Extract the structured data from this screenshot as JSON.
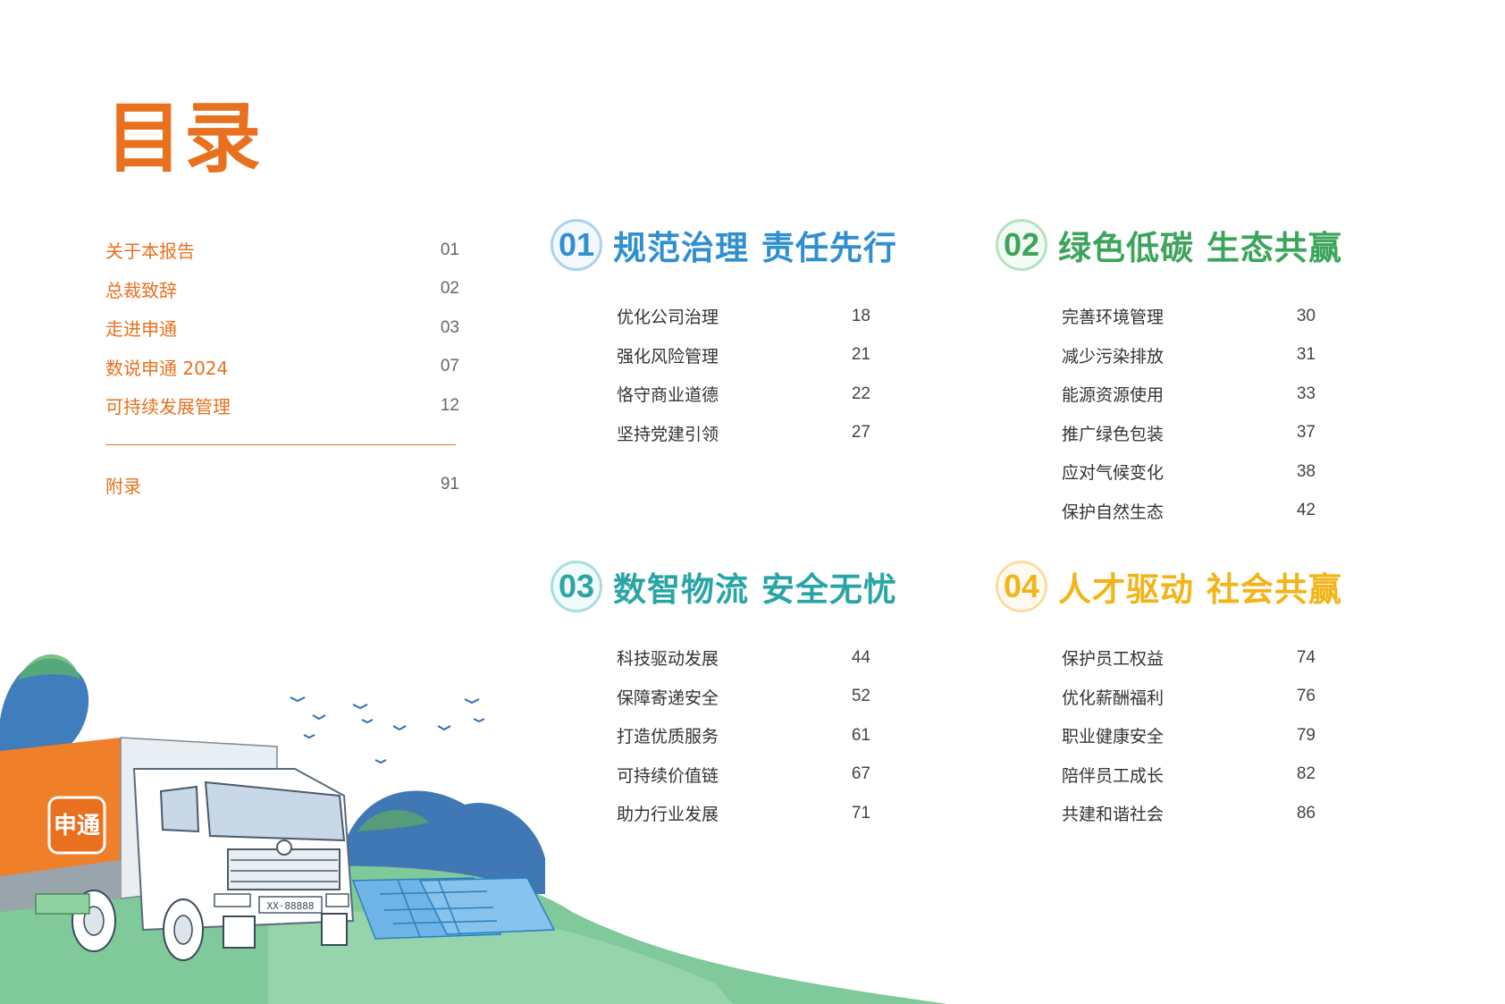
{
  "page": {
    "title": "目录"
  },
  "intro_toc": {
    "items": [
      {
        "label": "关于本报告",
        "page": "01"
      },
      {
        "label": "总裁致辞",
        "page": "02"
      },
      {
        "label": "走进申通",
        "page": "03"
      },
      {
        "label": "数说申通 2024",
        "page": "07"
      },
      {
        "label": "可持续发展管理",
        "page": "12"
      }
    ],
    "appendix": {
      "label": "附录",
      "page": "91"
    }
  },
  "sections": [
    {
      "number": "01",
      "title": "规范治理 责任先行",
      "color": "#2f8fd0",
      "items": [
        {
          "label": "优化公司治理",
          "page": "18"
        },
        {
          "label": "强化风险管理",
          "page": "21"
        },
        {
          "label": "恪守商业道德",
          "page": "22"
        },
        {
          "label": "坚持党建引领",
          "page": "27"
        }
      ]
    },
    {
      "number": "02",
      "title": "绿色低碳 生态共赢",
      "color": "#3ca55b",
      "items": [
        {
          "label": "完善环境管理",
          "page": "30"
        },
        {
          "label": "减少污染排放",
          "page": "31"
        },
        {
          "label": "能源资源使用",
          "page": "33"
        },
        {
          "label": "推广绿色包装",
          "page": "37"
        },
        {
          "label": "应对气候变化",
          "page": "38"
        },
        {
          "label": "保护自然生态",
          "page": "42"
        }
      ]
    },
    {
      "number": "03",
      "title": "数智物流 安全无忧",
      "color": "#2aa5a5",
      "items": [
        {
          "label": "科技驱动发展",
          "page": "44"
        },
        {
          "label": "保障寄递安全",
          "page": "52"
        },
        {
          "label": "打造优质服务",
          "page": "61"
        },
        {
          "label": "可持续价值链",
          "page": "67"
        },
        {
          "label": "助力行业发展",
          "page": "71"
        }
      ]
    },
    {
      "number": "04",
      "title": "人才驱动 社会共赢",
      "color": "#f2b418",
      "items": [
        {
          "label": "保护员工权益",
          "page": "74"
        },
        {
          "label": "优化薪酬福利",
          "page": "76"
        },
        {
          "label": "职业健康安全",
          "page": "79"
        },
        {
          "label": "陪伴员工成长",
          "page": "82"
        },
        {
          "label": "共建和谐社会",
          "page": "86"
        }
      ]
    }
  ],
  "illustration": {
    "truck_logo": "申通",
    "plate": "XX·88888"
  }
}
